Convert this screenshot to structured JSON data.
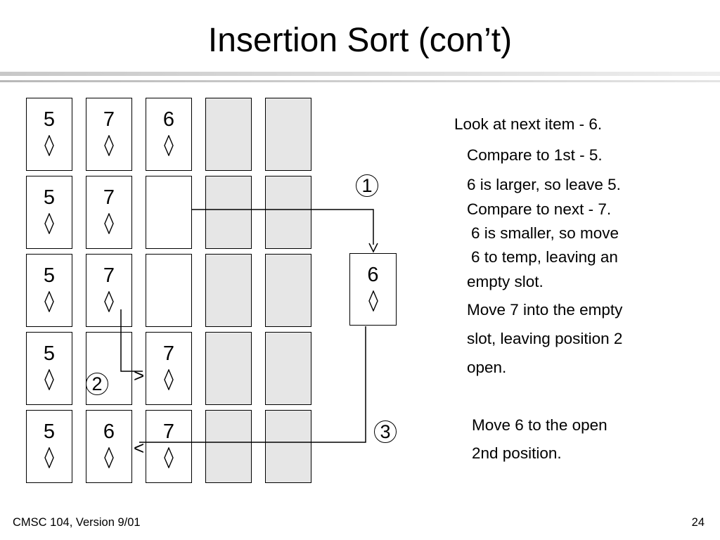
{
  "title": "Insertion Sort (con’t)",
  "suit_icon": "diamond-outline",
  "rows": [
    {
      "cards": [
        {
          "state": "card",
          "value": "5"
        },
        {
          "state": "card",
          "value": "7"
        },
        {
          "state": "card",
          "value": "6"
        },
        {
          "state": "shaded",
          "value": ""
        },
        {
          "state": "shaded",
          "value": ""
        }
      ]
    },
    {
      "cards": [
        {
          "state": "card",
          "value": "5"
        },
        {
          "state": "card",
          "value": "7"
        },
        {
          "state": "empty",
          "value": ""
        },
        {
          "state": "shaded",
          "value": ""
        },
        {
          "state": "shaded",
          "value": ""
        }
      ]
    },
    {
      "cards": [
        {
          "state": "card",
          "value": "5"
        },
        {
          "state": "card",
          "value": "7"
        },
        {
          "state": "empty",
          "value": ""
        },
        {
          "state": "shaded",
          "value": ""
        },
        {
          "state": "shaded",
          "value": ""
        }
      ]
    },
    {
      "cards": [
        {
          "state": "card",
          "value": "5"
        },
        {
          "state": "empty",
          "value": ""
        },
        {
          "state": "card",
          "value": "7"
        },
        {
          "state": "shaded",
          "value": ""
        },
        {
          "state": "shaded",
          "value": ""
        }
      ]
    },
    {
      "cards": [
        {
          "state": "card",
          "value": "5"
        },
        {
          "state": "card",
          "value": "6"
        },
        {
          "state": "card",
          "value": "7"
        },
        {
          "state": "shaded",
          "value": ""
        },
        {
          "state": "shaded",
          "value": ""
        }
      ]
    }
  ],
  "temp_card": {
    "value": "6"
  },
  "steps": [
    "1",
    "2",
    "3"
  ],
  "arrow_right": ">",
  "arrow_left": "<",
  "explanation": {
    "l1": "Look at next item - 6.",
    "l2": "Compare to 1st - 5.",
    "l3": "6 is larger, so leave 5.",
    "l4": "Compare to next - 7.",
    "l5": "6 is smaller, so move",
    "l6": "6 to temp, leaving an",
    "l7": "empty slot.",
    "l8": "Move 7 into the empty",
    "l9": "slot, leaving position 2",
    "l10": "open.",
    "l11": "Move 6 to the open",
    "l12": "2nd position."
  },
  "footer": {
    "left": "CMSC 104, Version 9/01",
    "right": "24"
  }
}
